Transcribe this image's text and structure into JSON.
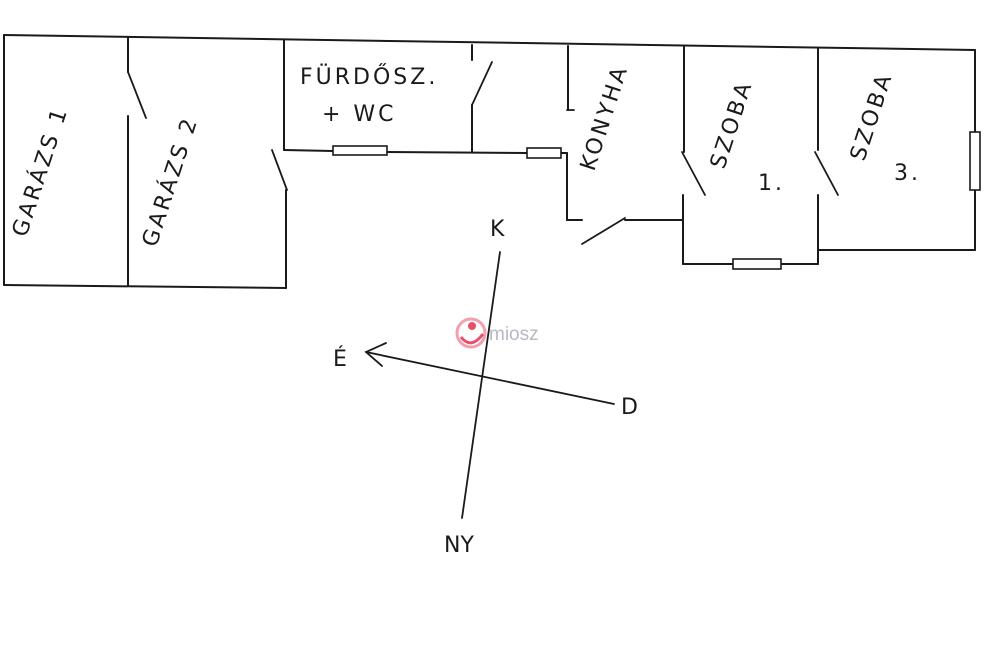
{
  "rooms": {
    "garage1": "GARÁZS 1",
    "garage2": "GARÁZS 2",
    "bathroom_line1": "FÜRDŐSZ.",
    "bathroom_line2": "+ WC",
    "kitchen": "KONYHA",
    "room1_name": "SZOBA",
    "room1_num": "1.",
    "room3_name": "SZOBA",
    "room3_num": "3."
  },
  "compass": {
    "north": "K",
    "west": "É",
    "east": "D",
    "south": "NY"
  },
  "watermark": {
    "text": "miosz",
    "colors": {
      "primary": "#e8506a",
      "secondary": "#f2a0b0",
      "text": "#b8b8c4"
    }
  }
}
